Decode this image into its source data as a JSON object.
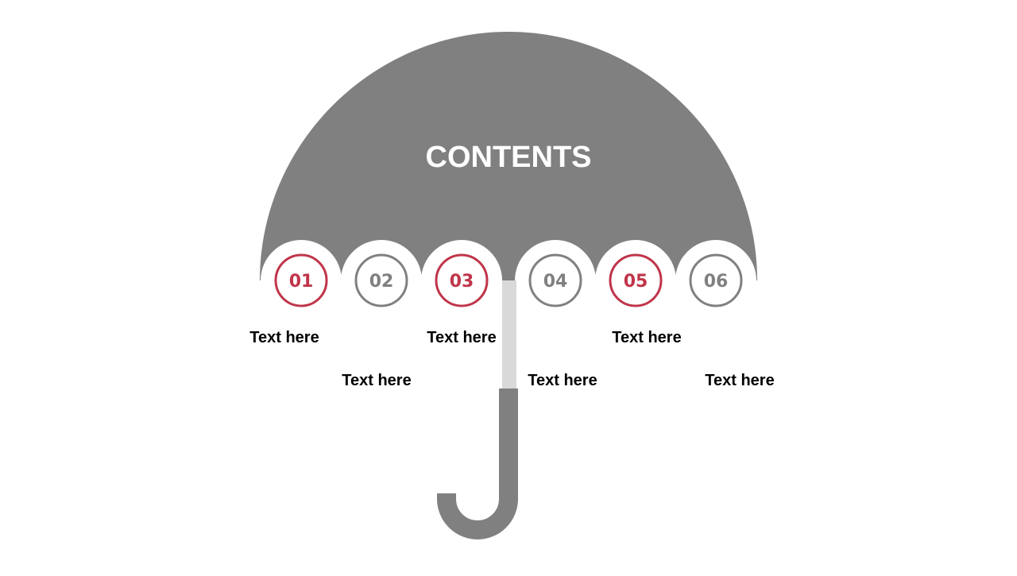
{
  "slide": {
    "title": "CONTENTS",
    "colors": {
      "canopy": "#808080",
      "shaft": "#d9d9d9",
      "handle": "#808080",
      "accent": "#c0354a",
      "neutral": "#808080",
      "background": "#ffffff"
    },
    "items": [
      {
        "number": "01",
        "label": "Text here",
        "accent": true
      },
      {
        "number": "02",
        "label": "Text here",
        "accent": false
      },
      {
        "number": "03",
        "label": "Text here",
        "accent": true
      },
      {
        "number": "04",
        "label": "Text here",
        "accent": false
      },
      {
        "number": "05",
        "label": "Text here",
        "accent": true
      },
      {
        "number": "06",
        "label": "Text here",
        "accent": false
      }
    ]
  }
}
